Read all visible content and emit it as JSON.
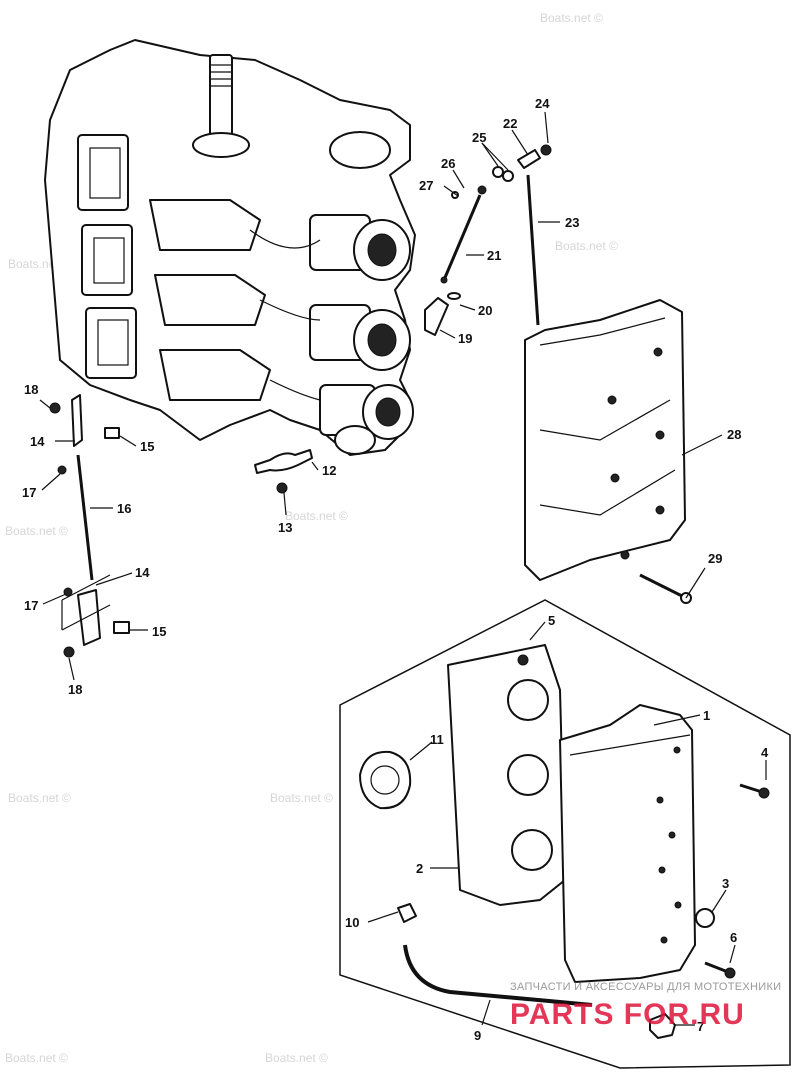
{
  "watermark": "Boats.net ©",
  "brand": {
    "tagline": "ЗАПЧАСТИ И АКСЕССУАРЫ ДЛЯ МОТОТЕХНИКИ",
    "name": "PARTS FOR.RU",
    "color": "#e0143a"
  },
  "callouts": {
    "c1": "1",
    "c2": "2",
    "c3": "3",
    "c4": "4",
    "c5": "5",
    "c6": "6",
    "c7": "7",
    "c9": "9",
    "c10": "10",
    "c11": "11",
    "c12": "12",
    "c13": "13",
    "c14a": "14",
    "c14b": "14",
    "c15a": "15",
    "c15b": "15",
    "c16": "16",
    "c17a": "17",
    "c17b": "17",
    "c18a": "18",
    "c18b": "18",
    "c19": "19",
    "c20": "20",
    "c21": "21",
    "c22": "22",
    "c23": "23",
    "c24": "24",
    "c25": "25",
    "c26": "26",
    "c27": "27",
    "c28": "28",
    "c29": "29"
  }
}
